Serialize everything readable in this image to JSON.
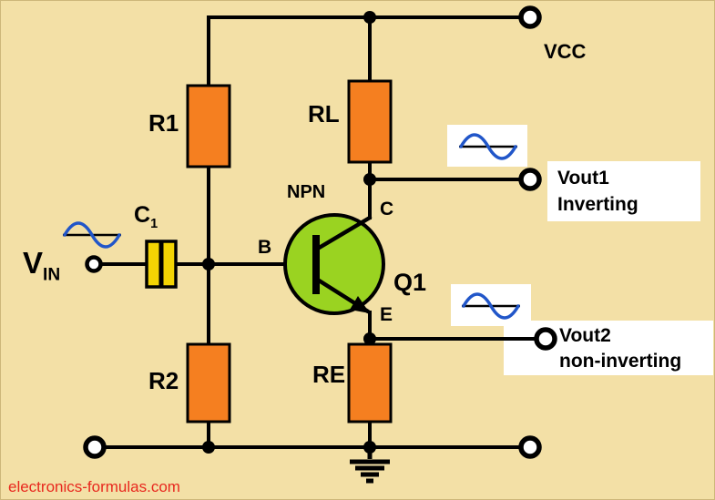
{
  "watermark": "electronics-formulas.com",
  "colors": {
    "background": "#f3e0a6",
    "resistor": "#f57f20",
    "transistor": "#9ad321",
    "capacitor": "#f3d403",
    "sine": "#2156c9",
    "wire": "#000000",
    "terminal": "#ffffff",
    "watermark": "#e8281e"
  },
  "labels": {
    "supply": "VCC",
    "r1": "R1",
    "rl": "RL",
    "r2": "R2",
    "re": "RE",
    "transistor_type": "NPN",
    "transistor_ref": "Q1",
    "base": "B",
    "collector": "C",
    "emitter": "E",
    "capacitor": "C",
    "capacitor_sub": "1",
    "input": "V",
    "input_sub": "IN",
    "vout1": "Vout1",
    "vout1_mode": "Inverting",
    "vout2": "Vout2",
    "vout2_mode": "non-inverting"
  }
}
